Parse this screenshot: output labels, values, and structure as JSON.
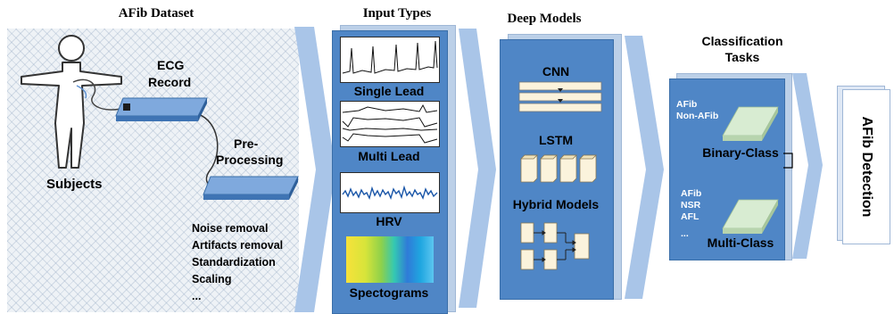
{
  "sections": {
    "dataset": "AFib Dataset",
    "input_types": "Input Types",
    "deep_models": "Deep Models",
    "classification_tasks_l1": "Classification",
    "classification_tasks_l2": "Tasks"
  },
  "dataset": {
    "ecg_record_l1": "ECG",
    "ecg_record_l2": "Record",
    "preprocessing_l1": "Pre-",
    "preprocessing_l2": "Processing",
    "subjects": "Subjects",
    "steps": [
      "Noise removal",
      "Artifacts removal",
      "Standardization",
      "Scaling",
      "..."
    ]
  },
  "inputs": [
    "Single Lead",
    "Multi Lead",
    "HRV",
    "Spectograms"
  ],
  "models": [
    "CNN",
    "LSTM",
    "Hybrid Models"
  ],
  "classification": {
    "binary_classes": [
      "AFib",
      "Non-AFib"
    ],
    "binary_label": "Binary-Class",
    "multi_classes": [
      "AFib",
      "NSR",
      "AFL",
      "..."
    ],
    "multi_label": "Multi-Class"
  },
  "output": "AFib Detection",
  "colors": {
    "panel_blue": "#4f86c6",
    "arrow_blue": "#a9c5e8",
    "record_blue": "#4f86c6",
    "class_green": "#d8ecd2"
  }
}
